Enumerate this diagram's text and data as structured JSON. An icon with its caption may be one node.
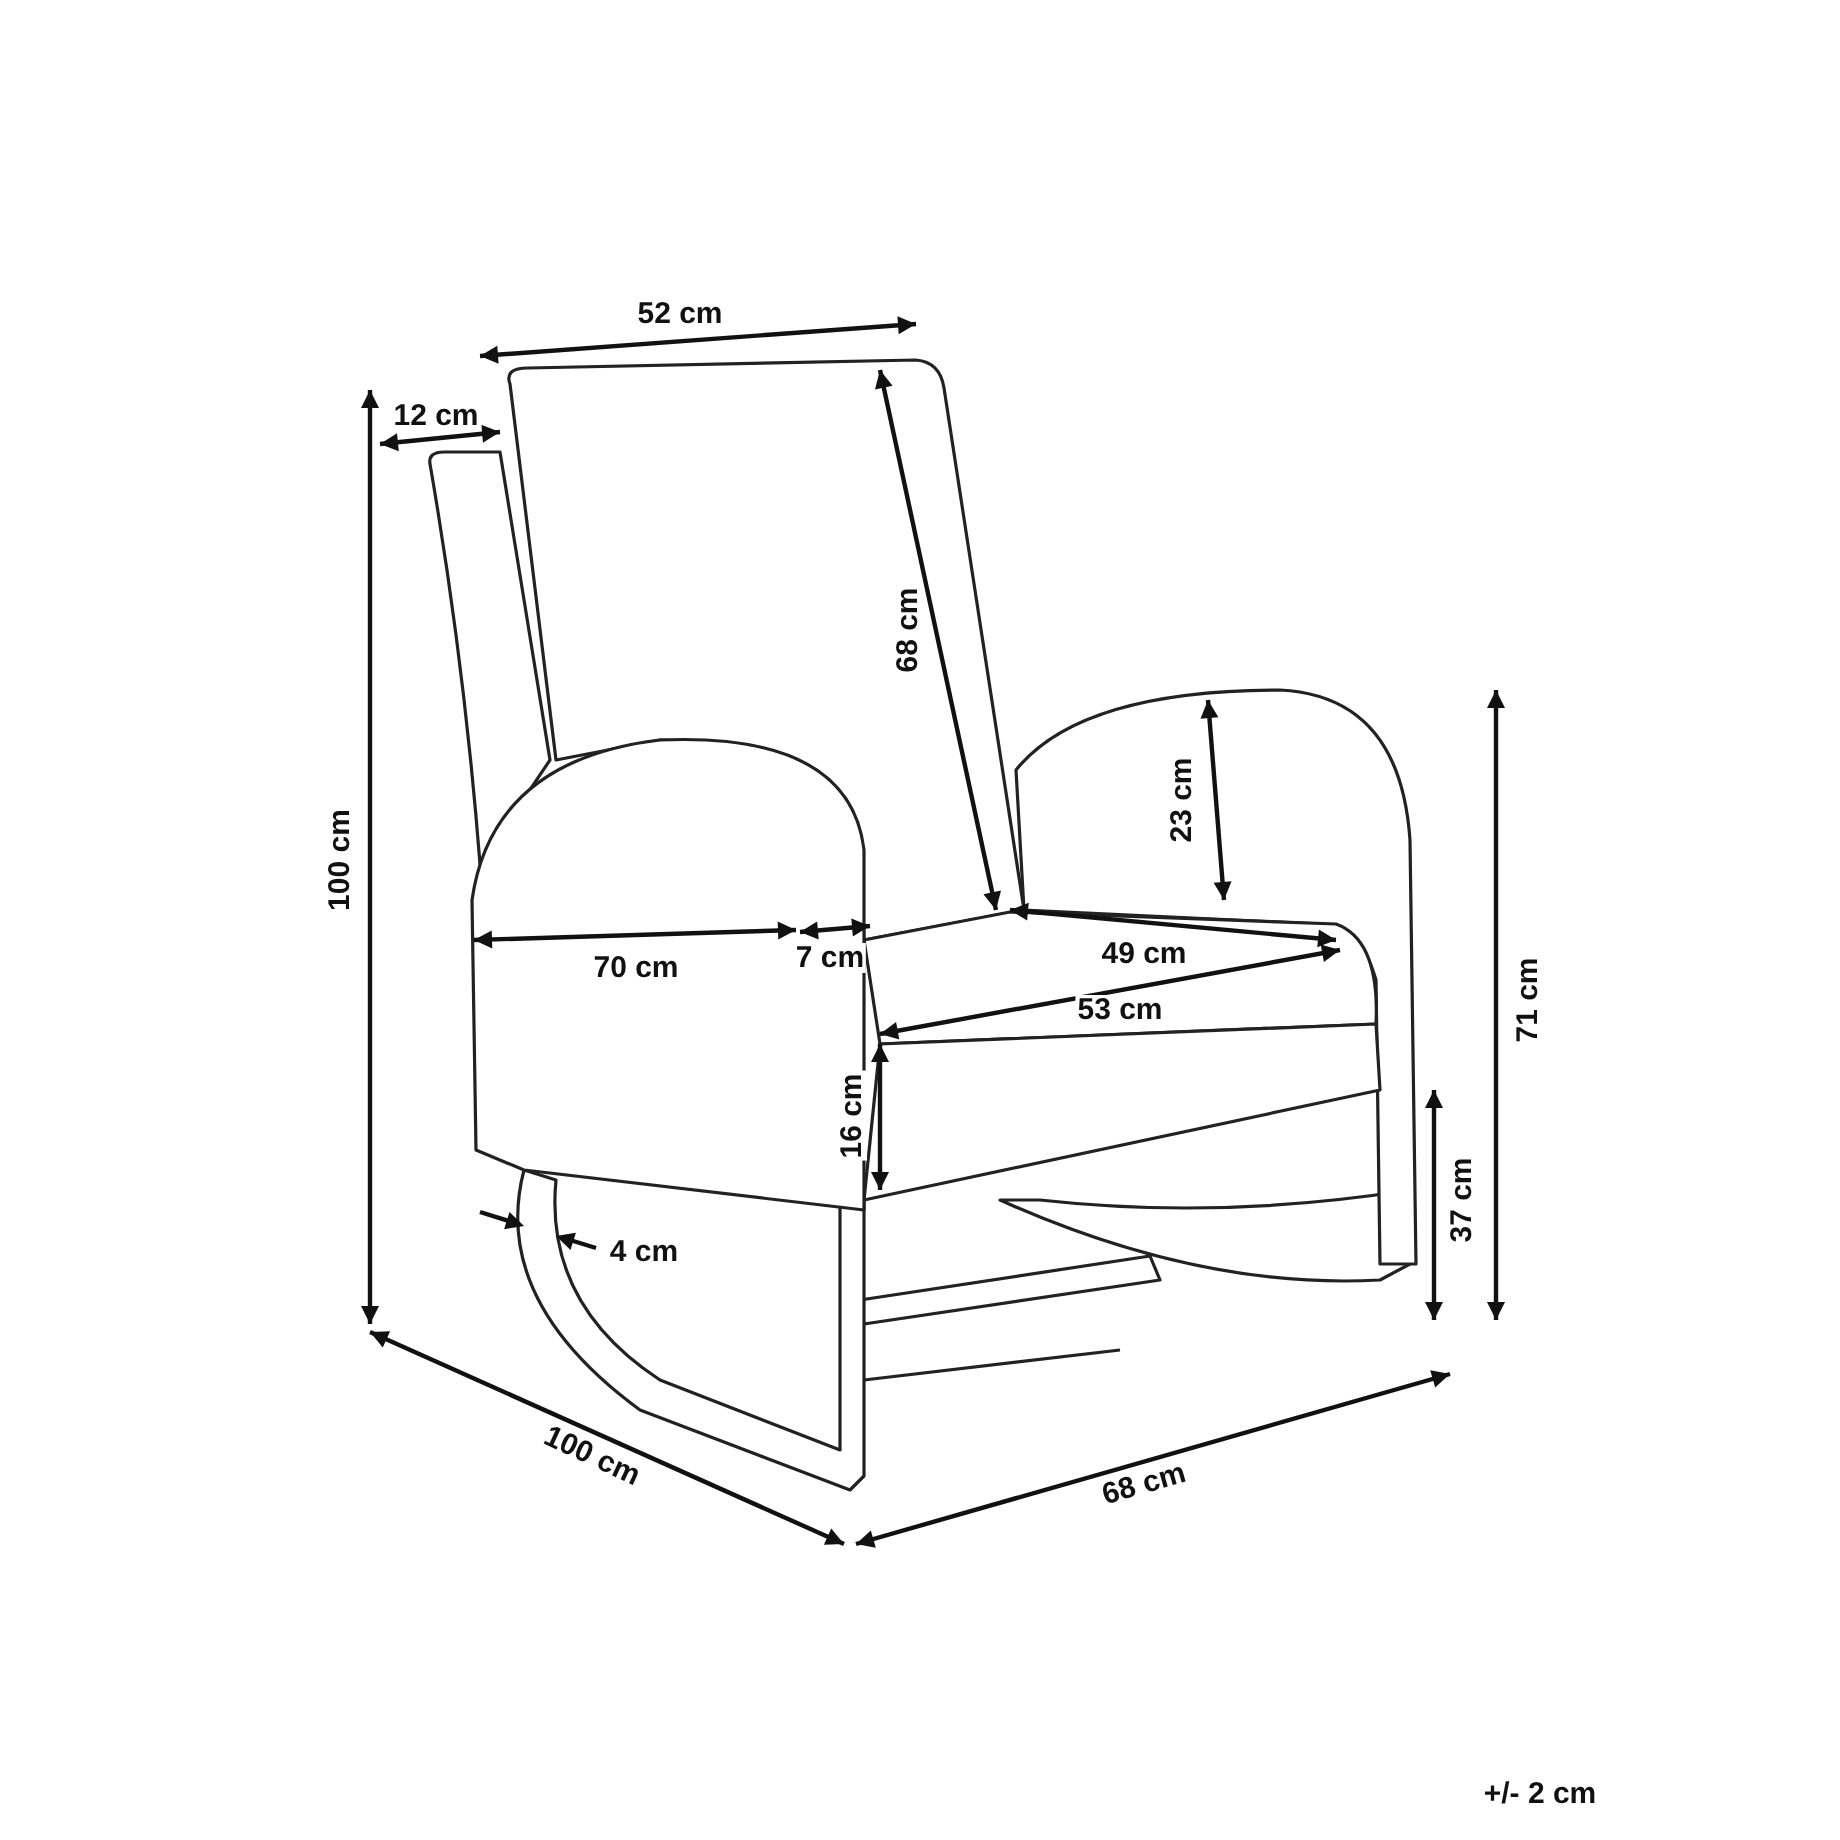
{
  "diagram": {
    "labels": [
      "52 cm",
      "12 cm",
      "68 cm",
      "100 cm",
      "23 cm",
      "71 cm",
      "70 cm",
      "7 cm",
      "49 cm",
      "53 cm",
      "16 cm",
      "37 cm",
      "4 cm",
      "100 cm",
      "68 cm",
      "+/- 2 cm"
    ]
  }
}
